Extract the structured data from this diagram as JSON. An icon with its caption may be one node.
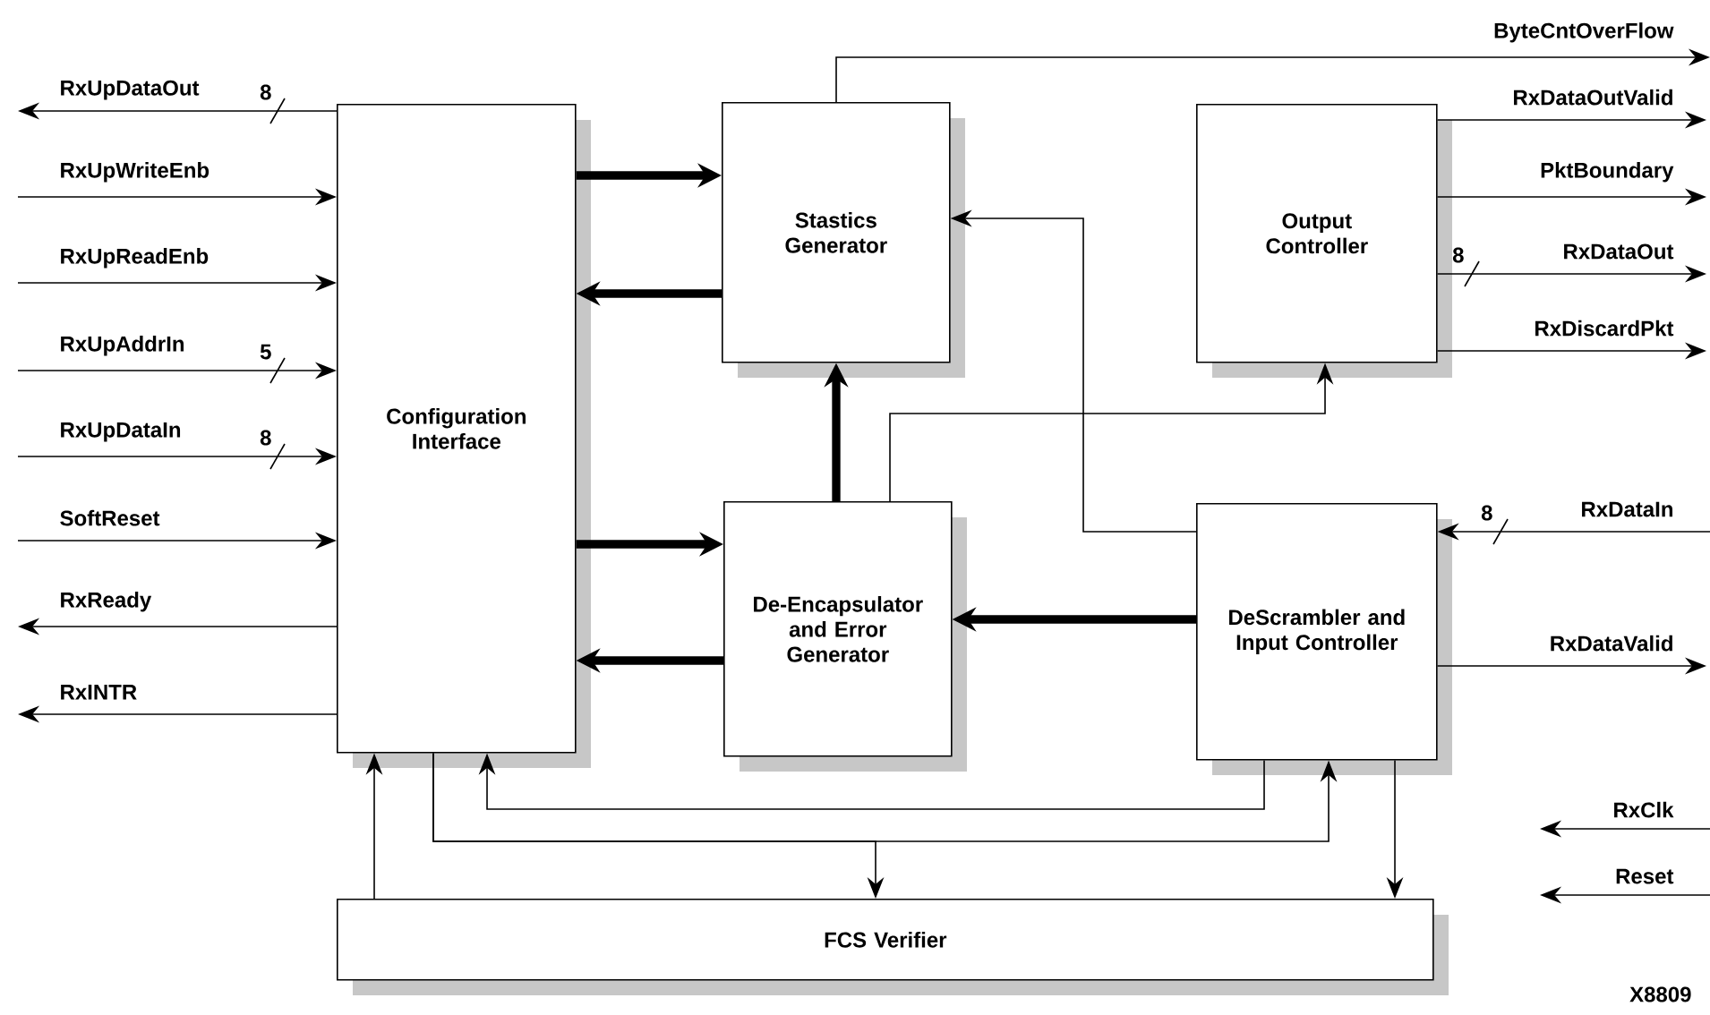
{
  "diagram": {
    "nodes": [
      {
        "text": [
          "Configuration Interface"
        ]
      },
      {
        "text": [
          "Stastics Generator"
        ]
      },
      {
        "text": [
          "Output Controller"
        ]
      },
      {
        "text": [
          "De-Encapsulator and Error Generator"
        ]
      },
      {
        "text": [
          "DeScrambler and Input Controller"
        ]
      },
      {
        "text": [
          "FCS Verifier"
        ]
      }
    ],
    "edges": [
      {
        "from": 0,
        "to": null,
        "arrow": "to",
        "label": "RxUpDataOut"
      },
      {
        "from": null,
        "to": 0,
        "arrow": "to",
        "label": "RxUpWriteEnb"
      },
      {
        "from": null,
        "to": 0,
        "arrow": "to",
        "label": "RxUpReadEnb"
      },
      {
        "from": null,
        "to": 0,
        "arrow": "to",
        "label": "RxUpAddrIn"
      },
      {
        "from": null,
        "to": 0,
        "arrow": "to",
        "label": "RxUpDataIn"
      },
      {
        "from": null,
        "to": 0,
        "arrow": "to",
        "label": "SoftReset"
      },
      {
        "from": 0,
        "to": null,
        "arrow": "to",
        "label": "RxReady"
      },
      {
        "from": 0,
        "to": null,
        "arrow": "to",
        "label": "RxINTR"
      },
      {
        "from": 0,
        "to": 1,
        "arrow": "to",
        "style": "thick"
      },
      {
        "from": 1,
        "to": 0,
        "arrow": "to",
        "style": "thick"
      },
      {
        "from": 0,
        "to": 3,
        "arrow": "to",
        "style": "thick"
      },
      {
        "from": 3,
        "to": 0,
        "arrow": "to",
        "style": "thick"
      },
      {
        "from": 3,
        "to": 1,
        "arrow": "to",
        "style": "thick"
      },
      {
        "from": 4,
        "to": 3,
        "arrow": "to",
        "style": "thick"
      },
      {
        "from": 1,
        "to": null,
        "arrow": "to",
        "label": "ByteCntOverFlow"
      },
      {
        "from": 4,
        "to": 1,
        "arrow": "to"
      },
      {
        "from": 3,
        "to": 2,
        "arrow": "to"
      },
      {
        "from": 2,
        "to": null,
        "arrow": "to",
        "label": "RxDataOutValid"
      },
      {
        "from": 2,
        "to": null,
        "arrow": "to",
        "label": "PktBoundary"
      },
      {
        "from": 2,
        "to": null,
        "arrow": "to",
        "label": "RxDataOut"
      },
      {
        "from": 2,
        "to": null,
        "arrow": "to",
        "label": "RxDiscardPkt"
      },
      {
        "from": null,
        "to": 4,
        "arrow": "to",
        "label": "RxDataIn"
      },
      {
        "from": 4,
        "to": null,
        "arrow": "to",
        "label": "RxDataValid"
      },
      {
        "from": 5,
        "to": 0,
        "arrow": "to"
      },
      {
        "from": 0,
        "to": 4,
        "arrow": "to"
      },
      {
        "from": 0,
        "to": 5,
        "arrow": "to"
      },
      {
        "from": 4,
        "to": 0,
        "arrow": "to"
      },
      {
        "from": 4,
        "to": 5,
        "arrow": "to"
      }
    ],
    "labels": [
      "8",
      "5",
      "8",
      "8",
      "8",
      "RxClk",
      "Reset",
      "X8809"
    ]
  }
}
